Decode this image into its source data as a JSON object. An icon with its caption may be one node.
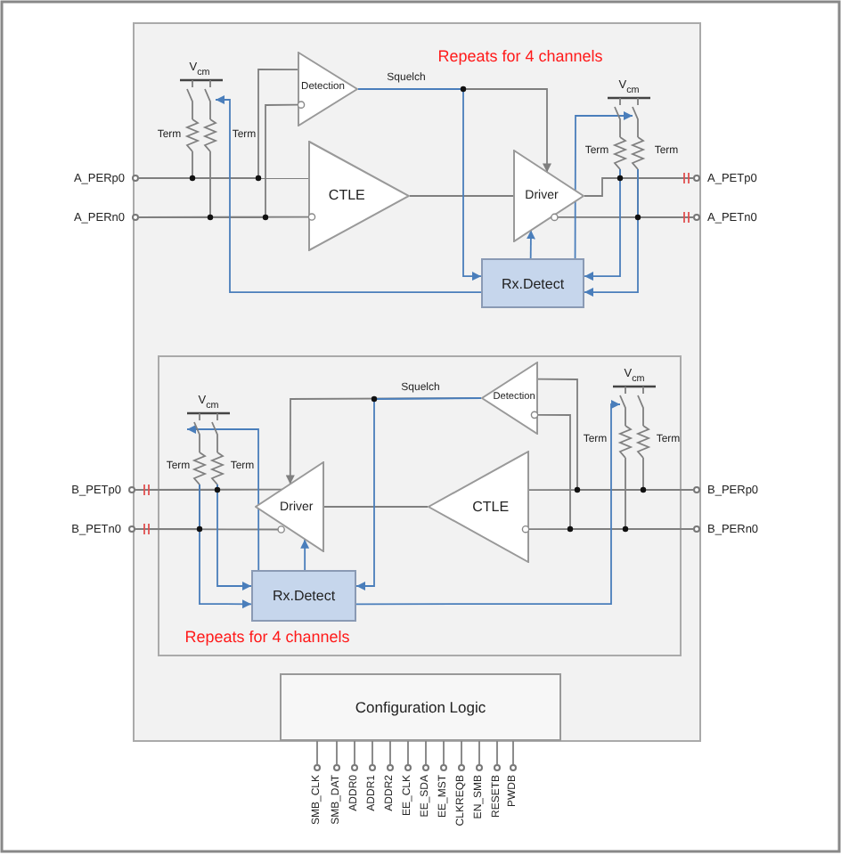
{
  "diagram": {
    "nodes": [
      {
        "text": [
          "A_PERp0"
        ]
      },
      {
        "text": [
          "A_PERn0"
        ]
      },
      {
        "text": [
          "Detection"
        ]
      },
      {
        "text": [
          "CTLE"
        ]
      },
      {
        "text": [
          "Driver"
        ]
      },
      {
        "text": [
          "Rx.Detect"
        ]
      },
      {
        "text": [
          "A_PETp0"
        ]
      },
      {
        "text": [
          "A_PETn0"
        ]
      },
      {
        "text": [
          "B_PETp0"
        ]
      },
      {
        "text": [
          "B_PETn0"
        ]
      },
      {
        "text": [
          "Detection"
        ]
      },
      {
        "text": [
          "CTLE"
        ]
      },
      {
        "text": [
          "Driver"
        ]
      },
      {
        "text": [
          "Rx.Detect"
        ]
      },
      {
        "text": [
          "B_PERp0"
        ]
      },
      {
        "text": [
          "B_PERn0"
        ]
      },
      {
        "text": [
          "Configuration Logic"
        ]
      },
      {
        "text": [
          "SMB_CLK"
        ]
      },
      {
        "text": [
          "SMB_DAT"
        ]
      },
      {
        "text": [
          "ADDR0"
        ]
      },
      {
        "text": [
          "ADDR1"
        ]
      },
      {
        "text": [
          "ADDR2"
        ]
      },
      {
        "text": [
          "EE_CLK"
        ]
      },
      {
        "text": [
          "EE_SDA"
        ]
      },
      {
        "text": [
          "EE_MST"
        ]
      },
      {
        "text": [
          "CLKREQB"
        ]
      },
      {
        "text": [
          "EN_SMB"
        ]
      },
      {
        "text": [
          "RESETB"
        ]
      },
      {
        "text": [
          "PWDB"
        ]
      },
      {
        "text": [
          "V$_{cm}$",
          "Term",
          "Term"
        ]
      },
      {
        "text": [
          "V$_{cm}$",
          "Term",
          "Term"
        ]
      },
      {
        "text": [
          "V$_{cm}$",
          "Term",
          "Term"
        ]
      },
      {
        "text": [
          "V$_{cm}$",
          "Term",
          "Term"
        ]
      }
    ],
    "edges": [
      {
        "from": 0,
        "to": 3,
        "arrow": "none"
      },
      {
        "from": 1,
        "to": 3,
        "arrow": "none"
      },
      {
        "from": 0,
        "to": 2,
        "arrow": "none"
      },
      {
        "from": 1,
        "to": 2,
        "arrow": "none"
      },
      {
        "from": 3,
        "to": 4,
        "arrow": "none"
      },
      {
        "from": 2,
        "to": 4,
        "arrow": "to",
        "label": "Squelch"
      },
      {
        "from": 2,
        "to": 5,
        "arrow": "to",
        "color": "#4a7ebb"
      },
      {
        "from": 5,
        "to": 4,
        "arrow": "to",
        "color": "#4a7ebb"
      },
      {
        "from": 5,
        "to": 29,
        "arrow": "to",
        "color": "#4a7ebb"
      },
      {
        "from": 5,
        "to": 30,
        "arrow": "to",
        "color": "#4a7ebb"
      },
      {
        "from": 30,
        "to": 5,
        "arrow": "to",
        "color": "#4a7ebb"
      },
      {
        "from": 30,
        "to": 5,
        "arrow": "to",
        "color": "#4a7ebb"
      },
      {
        "from": 4,
        "to": 6,
        "arrow": "none"
      },
      {
        "from": 4,
        "to": 7,
        "arrow": "none"
      },
      {
        "from": 14,
        "to": 11,
        "arrow": "none"
      },
      {
        "from": 15,
        "to": 11,
        "arrow": "none"
      },
      {
        "from": 14,
        "to": 10,
        "arrow": "none"
      },
      {
        "from": 15,
        "to": 10,
        "arrow": "none"
      },
      {
        "from": 11,
        "to": 12,
        "arrow": "none"
      },
      {
        "from": 10,
        "to": 12,
        "arrow": "to",
        "label": "Squelch"
      },
      {
        "from": 10,
        "to": 13,
        "arrow": "to",
        "color": "#4a7ebb"
      },
      {
        "from": 13,
        "to": 12,
        "arrow": "to",
        "color": "#4a7ebb"
      },
      {
        "from": 13,
        "to": 31,
        "arrow": "to",
        "color": "#4a7ebb"
      },
      {
        "from": 31,
        "to": 13,
        "arrow": "to",
        "color": "#4a7ebb"
      },
      {
        "from": 31,
        "to": 13,
        "arrow": "to",
        "color": "#4a7ebb"
      },
      {
        "from": 13,
        "to": 32,
        "arrow": "to",
        "color": "#4a7ebb"
      },
      {
        "from": 12,
        "to": 8,
        "arrow": "none"
      },
      {
        "from": 12,
        "to": 9,
        "arrow": "none"
      },
      {
        "from": 16,
        "to": 17,
        "arrow": "none"
      },
      {
        "from": 16,
        "to": 18,
        "arrow": "none"
      },
      {
        "from": 16,
        "to": 19,
        "arrow": "none"
      },
      {
        "from": 16,
        "to": 20,
        "arrow": "none"
      },
      {
        "from": 16,
        "to": 21,
        "arrow": "none"
      },
      {
        "from": 16,
        "to": 22,
        "arrow": "none"
      },
      {
        "from": 16,
        "to": 23,
        "arrow": "none"
      },
      {
        "from": 16,
        "to": 24,
        "arrow": "none"
      },
      {
        "from": 16,
        "to": 25,
        "arrow": "none"
      },
      {
        "from": 16,
        "to": 26,
        "arrow": "none"
      },
      {
        "from": 16,
        "to": 27,
        "arrow": "none"
      },
      {
        "from": 16,
        "to": 28,
        "arrow": "none"
      },
      {
        "from": 29,
        "to": 0,
        "arrow": "none"
      },
      {
        "from": 29,
        "to": 1,
        "arrow": "none"
      },
      {
        "from": 30,
        "to": 6,
        "arrow": "none"
      },
      {
        "from": 30,
        "to": 7,
        "arrow": "none"
      },
      {
        "from": 31,
        "to": 8,
        "arrow": "none"
      },
      {
        "from": 31,
        "to": 9,
        "arrow": "none"
      },
      {
        "from": 32,
        "to": 14,
        "arrow": "none"
      },
      {
        "from": 32,
        "to": 15,
        "arrow": "none"
      }
    ],
    "labels": [
      "Repeats for 4 channels",
      "Repeats for 4 channels"
    ]
  }
}
